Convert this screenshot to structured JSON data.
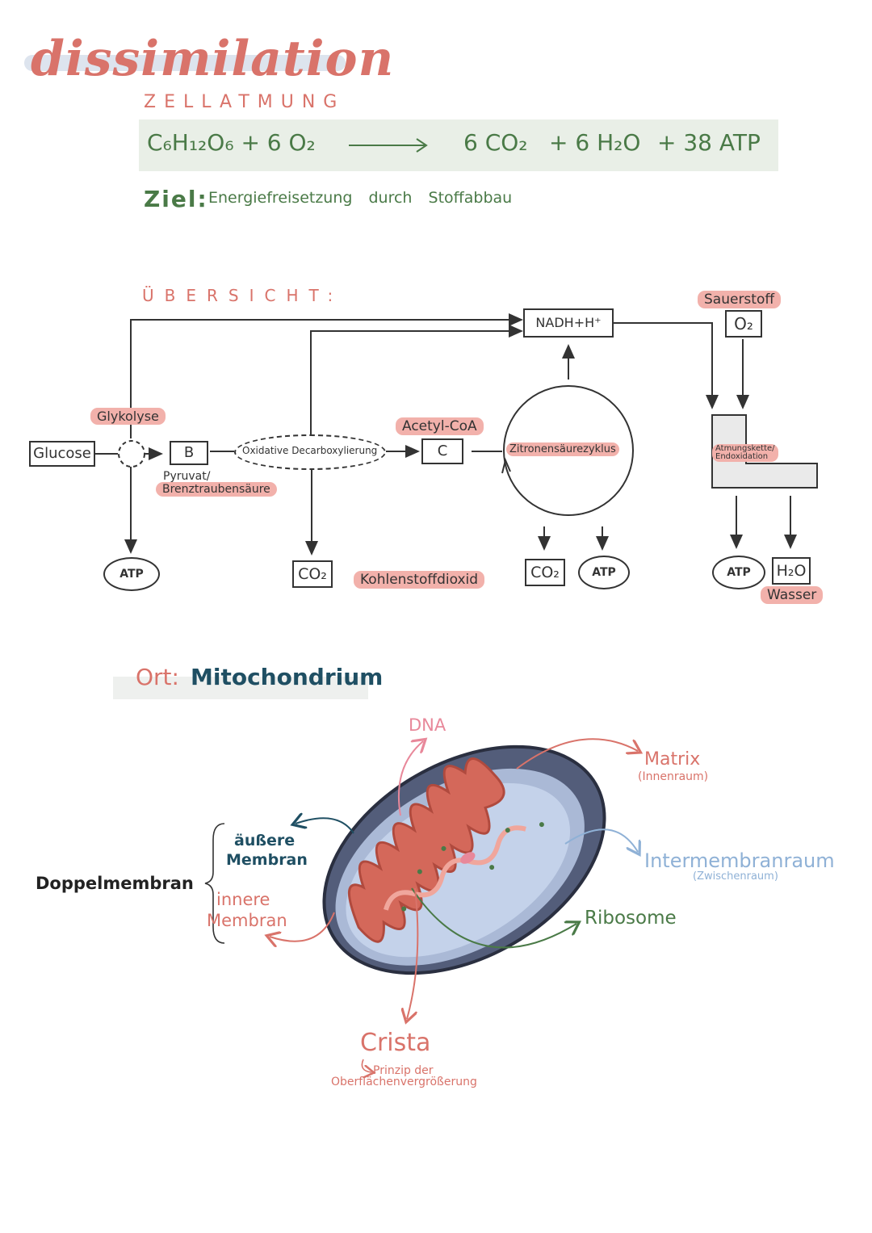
{
  "title": "dissimilation",
  "subtitle": "ZELLATMUNG",
  "equation": {
    "left": "C₆H₁₂O₆ + 6 O₂",
    "right_co2": "6 CO₂",
    "right_h2o": "+ 6 H₂O",
    "right_atp": "+ 38 ATP"
  },
  "goal": {
    "label": "Ziel:",
    "text": "Energiefreisetzung durch Stoffabbau"
  },
  "overview": {
    "heading": "ÜBERSICHT:",
    "glucose": "Glucose",
    "glykolyse": "Glykolyse",
    "b_box": "B",
    "pyruvat": "Pyruvat/",
    "brenztraubensaeure": "Brenztraubensäure",
    "oxidative": "Oxidative Decarboxylierung",
    "acetyl": "Acetyl-CoA",
    "c_box": "C",
    "zitronen": "Zitronensäurezyklus",
    "nadh": "NADH+H⁺",
    "sauerstoff": "Sauerstoff",
    "o2": "O₂",
    "atmungskette": "Atmungskette/",
    "endoxidation": "Endoxidation",
    "atp": "ATP",
    "co2": "CO₂",
    "kohlenstoffdioxid": "Kohlenstoffdioxid",
    "h2o": "H₂O",
    "wasser": "Wasser"
  },
  "ort": {
    "label": "Ort:",
    "value": "Mitochondrium"
  },
  "mito": {
    "dna": "DNA",
    "matrix": "Matrix",
    "matrix_sub": "(Innenraum)",
    "aeussere": "äußere",
    "membran": "Membran",
    "doppelmembran": "Doppelmembran",
    "innere": "innere",
    "membran2": "Membran",
    "intermembranraum": "Intermembranraum",
    "intermembran_sub": "(Zwischenraum)",
    "ribosome": "Ribosome",
    "crista": "Crista",
    "prinzip": "Prinzip der",
    "oberflaeche": "Oberflächenvergrößerung"
  },
  "colors": {
    "accent": "#d9736a",
    "green": "#4a7a47",
    "navy": "#1f4f63",
    "blue": "#8fb1d6",
    "pink": "#f2b1ab"
  }
}
